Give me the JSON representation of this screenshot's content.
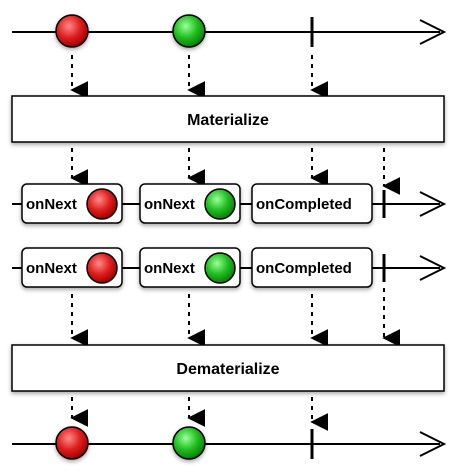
{
  "operators": {
    "materialize": "Materialize",
    "dematerialize": "Dematerialize"
  },
  "notifications": {
    "on_next": "onNext",
    "on_completed": "onCompleted"
  },
  "colors": {
    "red_item": "#e02020",
    "green_item": "#22c022",
    "line": "#000000",
    "box_fill": "#ffffff"
  }
}
